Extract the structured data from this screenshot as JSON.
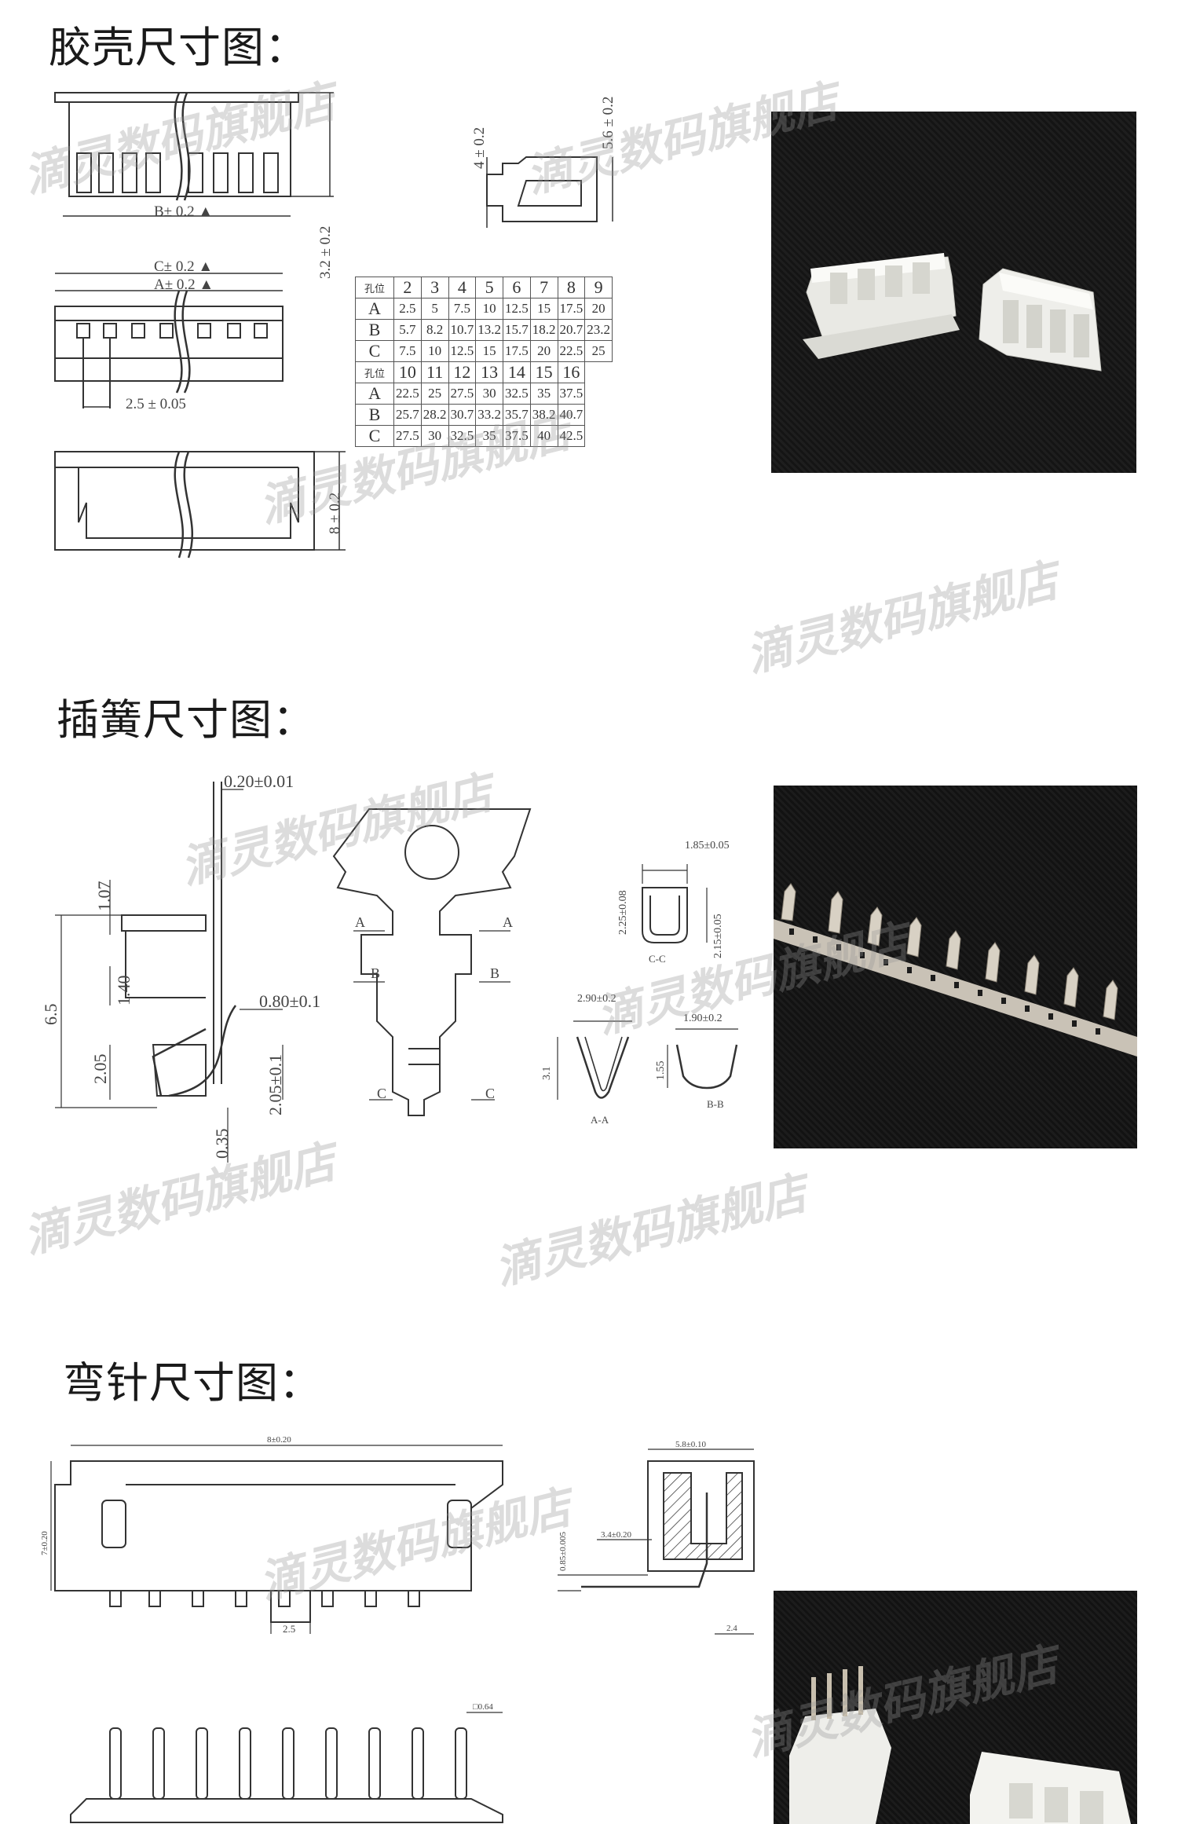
{
  "sections": {
    "housing": {
      "title": "胶壳尺寸图："
    },
    "terminal": {
      "title": "插簧尺寸图："
    },
    "header": {
      "title": "弯针尺寸图："
    }
  },
  "watermark": "滴灵数码旗舰店",
  "housing_dims": {
    "b": "B± 0.2 ▲",
    "c": "C± 0.2 ▲",
    "a": "A± 0.2 ▲",
    "pitch": "2.5 ± 0.05",
    "h32": "3.2 ± 0.2",
    "h8": "8 ± 0.2",
    "h4": "4 ± 0.2",
    "h56": "5.6 ± 0.2"
  },
  "pin_table": {
    "label": "孔位",
    "row1_header": [
      "2",
      "3",
      "4",
      "5",
      "6",
      "7",
      "8",
      "9"
    ],
    "row1_A": [
      "2.5",
      "5",
      "7.5",
      "10",
      "12.5",
      "15",
      "17.5",
      "20"
    ],
    "row1_B": [
      "5.7",
      "8.2",
      "10.7",
      "13.2",
      "15.7",
      "18.2",
      "20.7",
      "23.2"
    ],
    "row1_C": [
      "7.5",
      "10",
      "12.5",
      "15",
      "17.5",
      "20",
      "22.5",
      "25"
    ],
    "row2_header": [
      "10",
      "11",
      "12",
      "13",
      "14",
      "15",
      "16"
    ],
    "row2_A": [
      "22.5",
      "25",
      "27.5",
      "30",
      "32.5",
      "35",
      "37.5"
    ],
    "row2_B": [
      "25.7",
      "28.2",
      "30.7",
      "33.2",
      "35.7",
      "38.2",
      "40.7"
    ],
    "row2_C": [
      "27.5",
      "30",
      "32.5",
      "35",
      "37.5",
      "40",
      "42.5"
    ],
    "letters": [
      "A",
      "B",
      "C"
    ]
  },
  "terminal_dims": {
    "t020": "0.20±0.01",
    "t107": "1.07",
    "t140": "1.40",
    "t65": "6.5",
    "t205": "2.05",
    "t035": "0.35",
    "t080": "0.80±0.1",
    "t205b": "2.05±0.1",
    "tA": "A",
    "tB": "B",
    "tC": "C",
    "t185": "1.85±0.05",
    "t225": "2.25±0.08",
    "t215": "2.15±0.05",
    "tcc": "C-C",
    "t290": "2.90±0.2",
    "t190": "1.90±0.2",
    "t31": "3.1",
    "t155": "1.55",
    "taa": "A-A",
    "tbb": "B-B"
  },
  "header_dims": {
    "h_top": "8±0.20",
    "h_left": "7±0.20",
    "h_pitch": "2.5",
    "h_58": "5.8±0.10",
    "h_085": "0.85±0.005",
    "h_34": "3.4±0.20",
    "h_24": "2.4",
    "h_064": "□0.64"
  },
  "colors": {
    "photo_bg": "#1c1c1c",
    "part_white": "#f1f1ee",
    "pin_metal": "#c9c2b6"
  }
}
